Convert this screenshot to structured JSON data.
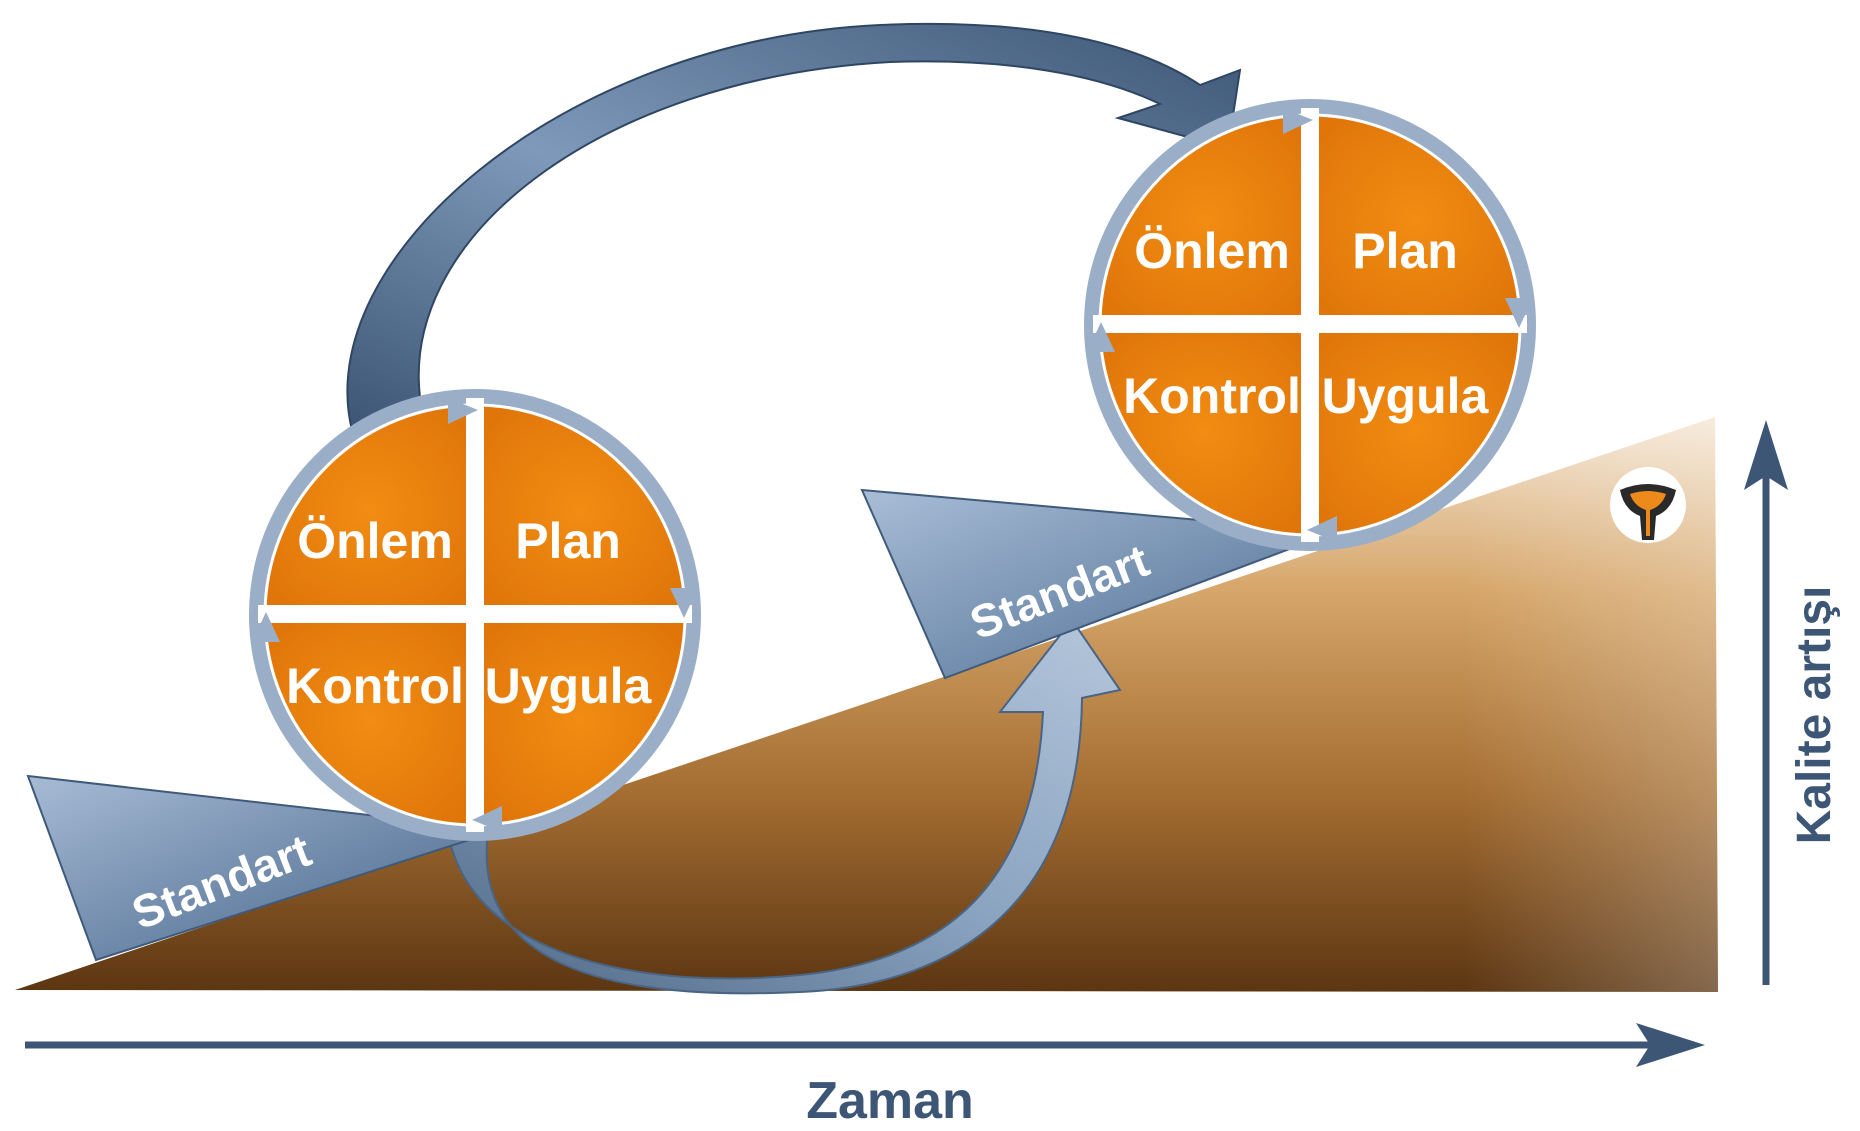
{
  "diagram": {
    "cycle_1": {
      "top_left": "Önlem",
      "top_right": "Plan",
      "bottom_left": "Kontrol",
      "bottom_right": "Uygula"
    },
    "cycle_2": {
      "top_left": "Önlem",
      "top_right": "Plan",
      "bottom_left": "Kontrol",
      "bottom_right": "Uygula"
    },
    "standard_1": "Standart",
    "standard_2": "Standart",
    "x_axis_label": "Zaman",
    "y_axis_label": "Kalite artışı"
  },
  "colors": {
    "quadrant_orange": "#e8800f",
    "arrow_blue": "#58718f",
    "wedge_brown": "#7a4d1c",
    "axis_navy": "#3d5676"
  },
  "icons": {
    "corner_badge": "funnel-icon"
  }
}
